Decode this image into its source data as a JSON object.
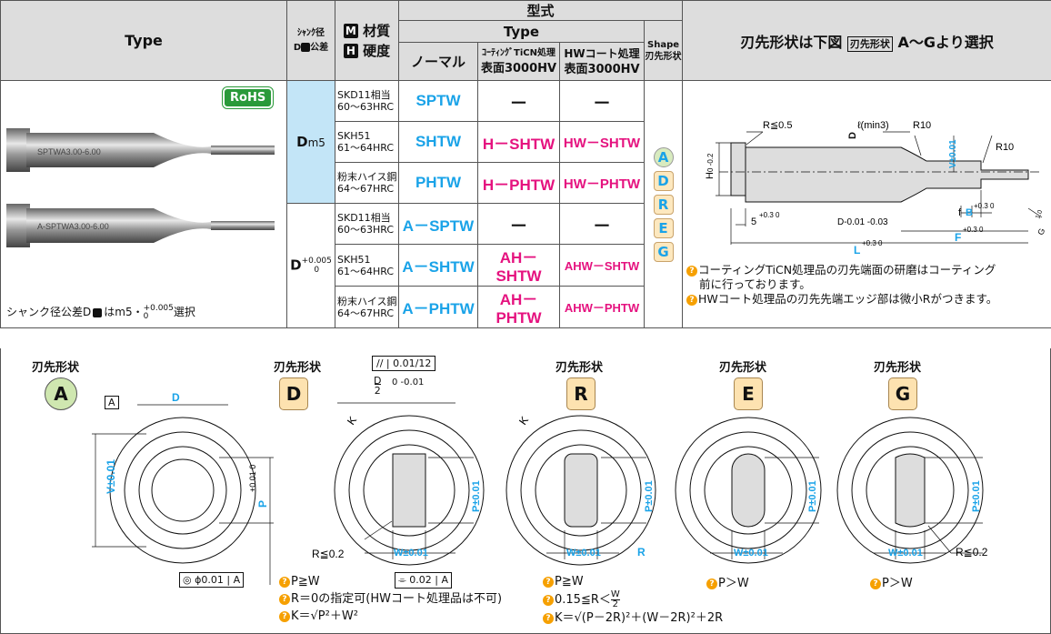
{
  "header": {
    "type_label": "Type",
    "shank_label_1": "ｼｬﾝｸ径",
    "shank_label_2": "D",
    "shank_label_3": "公差",
    "material_label": "材質",
    "hardness_label": "硬度",
    "model_label": "型式",
    "type_sub": "Type",
    "normal": "ノーマル",
    "coating_1": "ｺｰﾃｨﾝｸﾞTiCN処理",
    "coating_2": "表面3000HV",
    "hw_1": "HWコート処理",
    "hw_2": "表面3000HV",
    "shape_1": "Shape",
    "shape_2": "刃先形状",
    "right_title_1": "刃先形状は下図",
    "right_title_box": "刃先形状",
    "right_title_2": "A～Gより選択",
    "icon_m": "M",
    "icon_h": "H"
  },
  "left": {
    "rohs": "RoHS",
    "pin1_text": "SPTWA3.00-6.00",
    "pin2_text": "A-SPTWA3.00-6.00",
    "shank_note": "シャンク径公差D",
    "shank_note_2": "はm5・",
    "shank_note_tol_up": "+0.005",
    "shank_note_tol_low": "0",
    "shank_note_3": "選択"
  },
  "group1": {
    "tol_main": "D",
    "tol_sub": "m5",
    "rows": [
      {
        "mat1": "SKD11相当",
        "mat2": "60～63HRC",
        "normal": "SPTW",
        "coat": "－",
        "hw": "－"
      },
      {
        "mat1": "SKH51",
        "mat2": "61～64HRC",
        "normal": "SHTW",
        "coat": "H－SHTW",
        "hw": "HW－SHTW"
      },
      {
        "mat1": "粉末ハイス鋼",
        "mat2": "64～67HRC",
        "normal": "PHTW",
        "coat": "H－PHTW",
        "hw": "HW－PHTW"
      }
    ]
  },
  "group2": {
    "tol_main": "D",
    "tol_up": "+0.005",
    "tol_low": "0",
    "rows": [
      {
        "mat1": "SKD11相当",
        "mat2": "60～63HRC",
        "normal": "A－SPTW",
        "coat": "－",
        "hw": "－"
      },
      {
        "mat1": "SKH51",
        "mat2": "61～64HRC",
        "normal": "A－SHTW",
        "coat": "AH－SHTW",
        "hw": "AHW－SHTW"
      },
      {
        "mat1": "粉末ハイス鋼",
        "mat2": "64～67HRC",
        "normal": "A－PHTW",
        "coat": "AH－PHTW",
        "hw": "AHW－PHTW"
      }
    ]
  },
  "shapes": [
    "A",
    "D",
    "R",
    "E",
    "G"
  ],
  "drawing": {
    "r_head": "R≦0.5",
    "l_min": "ℓ(min3)",
    "r10a": "R10",
    "r10b": "R10",
    "d_label": "D",
    "v_label": "V±0.01",
    "h_label": "H",
    "h_tol": "0 -0.2",
    "five": "5",
    "five_tol": "+0.3 0",
    "d_tol": "D-0.01 -0.03",
    "f_label": "f",
    "b_label": "B",
    "b_tol": "+0.3 0",
    "f_big": "F",
    "f_big_tol": "+0.3 0",
    "l_label": "L",
    "l_tol": "+0.3 0",
    "g_label": "G",
    "g_tol": "1.0",
    "note1": "コーティングTiCN処理品の刃先端面の研磨はコーティング",
    "note1b": "前に行っております。",
    "note2": "HWコート処理品の刃先先端エッジ部は微小Rがつきます。"
  },
  "bottom": {
    "title": "刃先形状",
    "a_ref": "A",
    "a_d": "D",
    "a_v": "V±0.01",
    "a_p": "P",
    "a_p_tol": "+0.01 0",
    "a_conc": "ϕ0.01",
    "a_conc_ref": "A",
    "d_par": "0.01/12",
    "d_half": "D",
    "d_half_den": "2",
    "d_half_tol": "0 -0.01",
    "k": "K",
    "r02": "R≦0.2",
    "w": "W±0.01",
    "p_pm": "P±0.01",
    "sym": "0.02",
    "sym_ref": "A",
    "r_label": "R",
    "g_r": "R≦0.2",
    "note_d1": "P≧W",
    "note_d2": "R＝0の指定可(HWコート処理品は不可)",
    "note_d3": "K＝√P²＋W²",
    "note_r1": "P≧W",
    "note_r2": "0.15≦R＜",
    "note_r2_num": "W",
    "note_r2_den": "2",
    "note_r3": "K＝√(P－2R)²＋(W－2R)²＋2R",
    "note_e": "P＞W",
    "note_g": "P＞W"
  }
}
